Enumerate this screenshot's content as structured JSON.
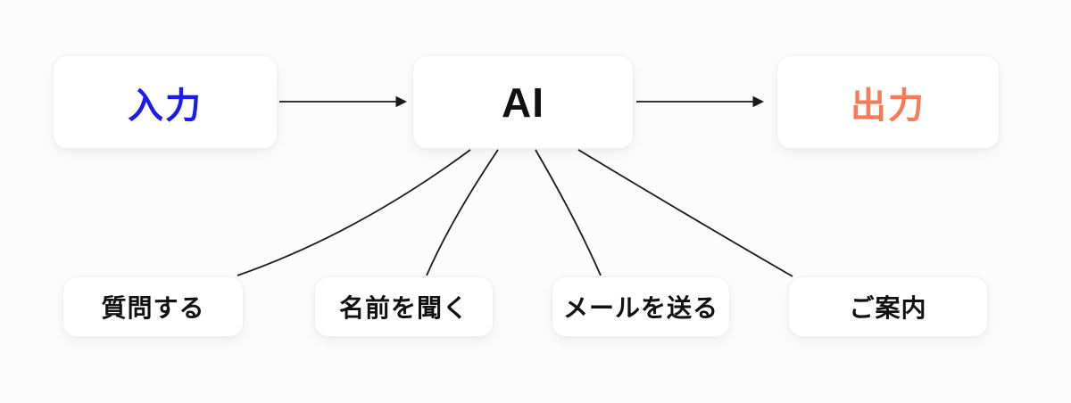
{
  "colors": {
    "input_text": "#1b1bef",
    "ai_text": "#111111",
    "output_text": "#fa7a55",
    "line": "#1a1a1a",
    "node_bg": "#ffffff",
    "canvas_bg": "#fcfcfd"
  },
  "nodes": {
    "input": {
      "label": "入力"
    },
    "ai": {
      "label": "AI"
    },
    "output": {
      "label": "出力"
    },
    "tasks": [
      {
        "label": "質問する"
      },
      {
        "label": "名前を聞く"
      },
      {
        "label": "メールを送る"
      },
      {
        "label": "ご案内"
      }
    ]
  },
  "connections": [
    {
      "from": "入力",
      "to": "AI",
      "style": "arrow"
    },
    {
      "from": "AI",
      "to": "出力",
      "style": "arrow"
    },
    {
      "from": "AI",
      "to": "質問する",
      "style": "curve"
    },
    {
      "from": "AI",
      "to": "名前を聞く",
      "style": "curve"
    },
    {
      "from": "AI",
      "to": "メールを送る",
      "style": "curve"
    },
    {
      "from": "AI",
      "to": "ご案内",
      "style": "curve"
    }
  ]
}
